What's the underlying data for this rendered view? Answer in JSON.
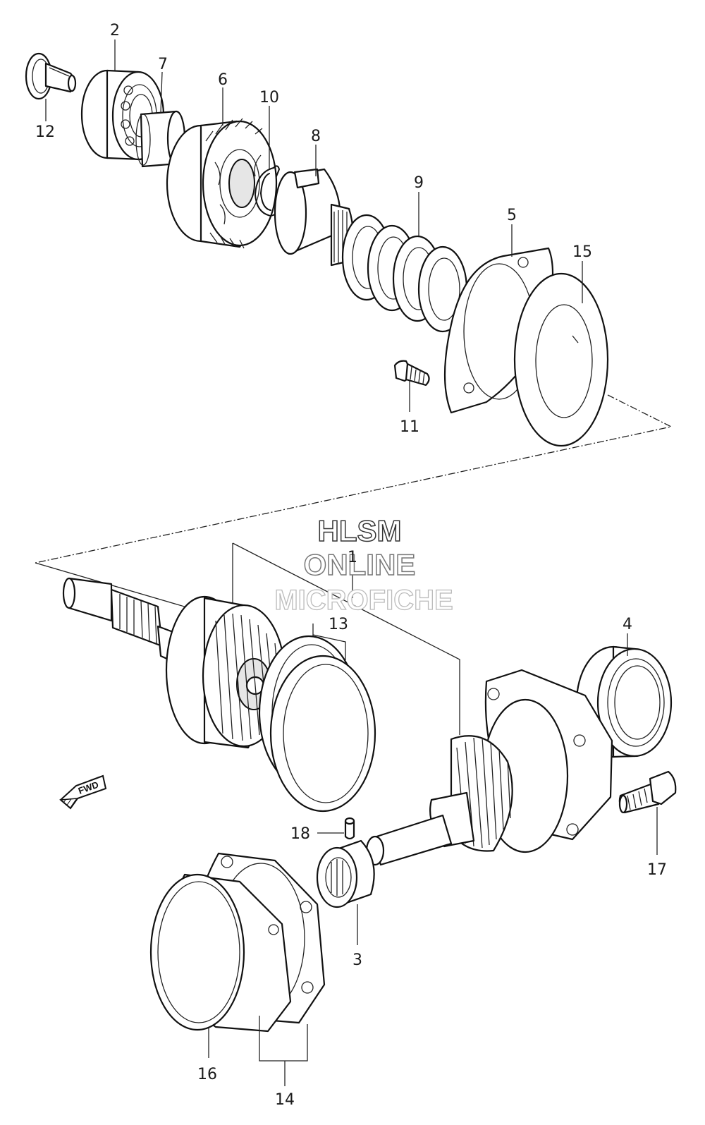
{
  "callouts": {
    "c1": "1",
    "c2": "2",
    "c3": "3",
    "c4": "4",
    "c5": "5",
    "c6": "6",
    "c7": "7",
    "c8": "8",
    "c9": "9",
    "c10": "10",
    "c11": "11",
    "c12": "12",
    "c13": "13",
    "c14": "14",
    "c15": "15",
    "c16": "16",
    "c17": "17",
    "c18": "18"
  },
  "watermark": {
    "line1": "HLSM",
    "line2": "ONLINE",
    "line3": "MICROFICHE"
  },
  "fwd_label": "FWD"
}
